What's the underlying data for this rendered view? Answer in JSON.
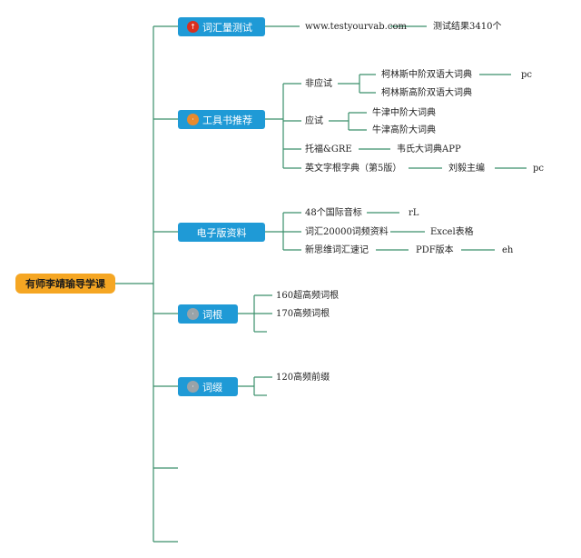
{
  "root": {
    "label": "有师李靖瑜导学课"
  },
  "colors": {
    "branch_bg": "#1f9ad6",
    "root_bg": "#f5a623",
    "line": "#3a8f6a",
    "badge_red": "#d9301f",
    "badge_orange": "#e88a2e",
    "badge_gray": "#9aa3a8"
  },
  "branches": [
    {
      "label": "词汇量测试",
      "badge_icon": "flag-icon",
      "badge_text": "↑"
    },
    {
      "label": "工具书推荐",
      "badge_icon": "book-icon",
      "badge_text": "·"
    },
    {
      "label": "电子版资料",
      "badge_icon": "",
      "badge_text": ""
    },
    {
      "label": "词根",
      "badge_icon": "circle-icon",
      "badge_text": "·"
    },
    {
      "label": "词缀",
      "badge_icon": "circle-icon",
      "badge_text": "·"
    }
  ],
  "vocab_test": {
    "site": "www.testyourvab.com",
    "result": "测试结果3410个"
  },
  "tool_books": {
    "non_exam": "非应试",
    "collins_mid": "柯林斯中阶双语大词典",
    "collins_mid_note": "pc",
    "collins_high": "柯林斯高阶双语大词典",
    "exam": "应试",
    "oxford_mid": "牛津中阶大词典",
    "oxford_high": "牛津高阶大词典",
    "toefl_gre": "托福&GRE",
    "webster": "韦氏大词典APP",
    "etymology": "英文字根字典（第5版）",
    "editor": "刘毅主编",
    "editor_note": "pc"
  },
  "e_resources": {
    "phonetics": "48个国际音标",
    "phonetics_note": "rL",
    "vocab20000": "词汇20000词频资料",
    "excel": "Excel表格",
    "mindmap": "新思维词汇速记",
    "pdf": "PDF版本",
    "pdf_note": "eh"
  },
  "roots": {
    "item1": "160超高频词根",
    "item2": "170高频词根"
  },
  "affixes": {
    "item1": "120高频前缀"
  }
}
